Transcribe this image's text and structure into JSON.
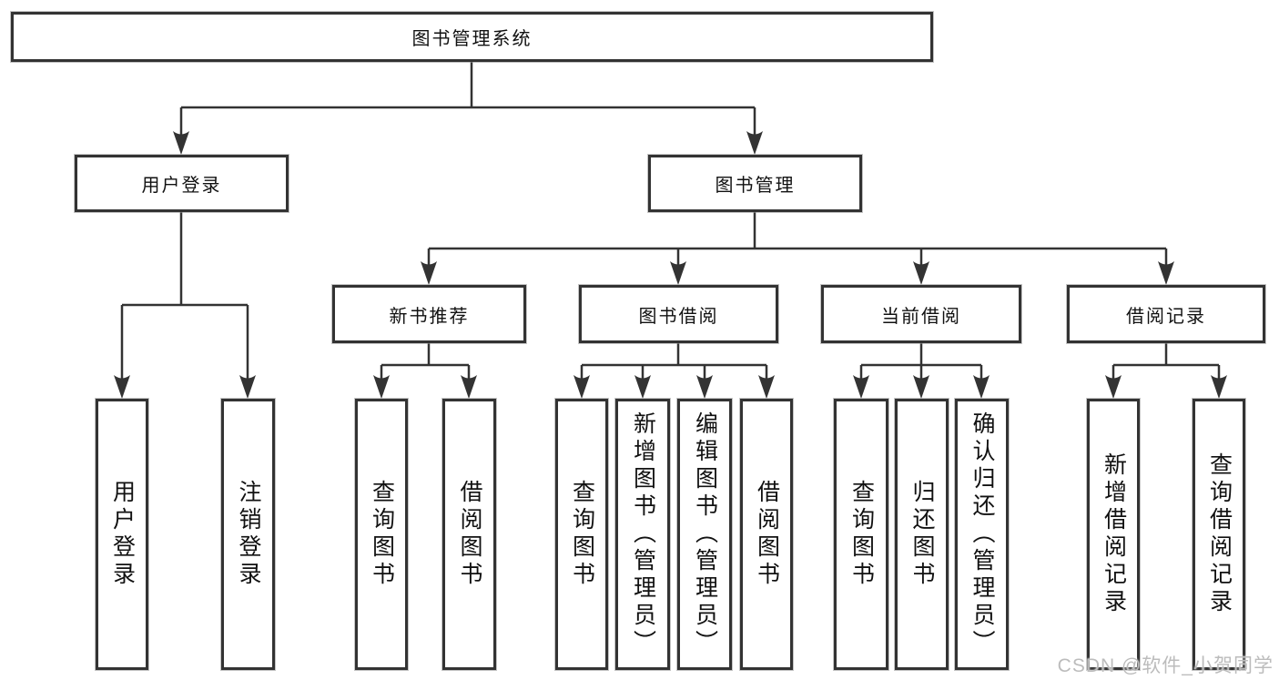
{
  "diagram": {
    "root": {
      "label": "图书管理系统"
    },
    "branches": [
      {
        "label": "用户登录",
        "children": [
          {
            "label": "用户登录"
          },
          {
            "label": "注销登录"
          }
        ]
      },
      {
        "label": "图书管理",
        "children": [
          {
            "label": "新书推荐",
            "children": [
              {
                "label": "查询图书"
              },
              {
                "label": "借阅图书"
              }
            ]
          },
          {
            "label": "图书借阅",
            "children": [
              {
                "label": "查询图书"
              },
              {
                "label": "新增图书（管理员）"
              },
              {
                "label": "编辑图书（管理员）"
              },
              {
                "label": "借阅图书"
              }
            ]
          },
          {
            "label": "当前借阅",
            "children": [
              {
                "label": "查询图书"
              },
              {
                "label": "归还图书"
              },
              {
                "label": "确认归还（管理员）"
              }
            ]
          },
          {
            "label": "借阅记录",
            "children": [
              {
                "label": "新增借阅记录"
              },
              {
                "label": "查询借阅记录"
              }
            ]
          }
        ]
      }
    ]
  },
  "watermark": {
    "text": "CSDN @软件_小贺同学"
  },
  "colors": {
    "line": "#333333",
    "box_border": "#333333",
    "text": "#111111",
    "background": "#ffffff",
    "watermark": "#bcbcbc"
  }
}
